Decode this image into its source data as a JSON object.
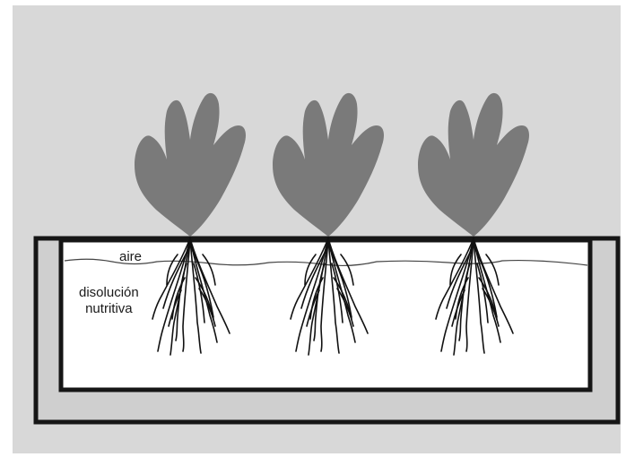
{
  "labels": {
    "air": "aire",
    "solution_line1": "disolución",
    "solution_line2": "nutritiva"
  },
  "plants": [
    {
      "id": 1
    },
    {
      "id": 2
    },
    {
      "id": 3
    }
  ],
  "colors": {
    "background": "#d8d8d8",
    "foliage": "#7a7a7a",
    "container_outline": "#161616",
    "solution": "#ffffff",
    "roots": "#111111"
  }
}
